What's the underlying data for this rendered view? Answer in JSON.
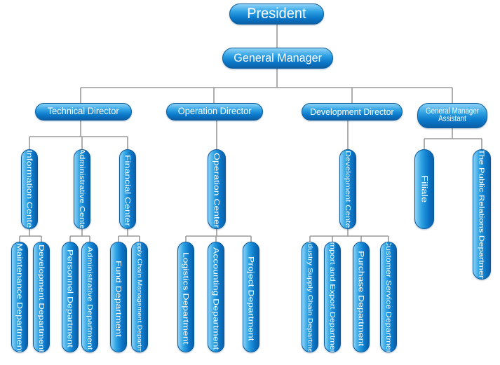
{
  "org_chart": {
    "president": "President",
    "general_manager": "General Manager",
    "directors": {
      "technical": "Technical Director",
      "operation": "Operation Director",
      "development": "Development Director",
      "gm_assistant": "General Manager Assistant"
    },
    "centers": {
      "information": "Information Center",
      "administrative": "Administrative Center",
      "financial": "Financial Center",
      "operation": "Operation Center",
      "development": "Development Center",
      "filiale": "Filiale",
      "public_relations": "The Public Relations Department"
    },
    "departments": {
      "maintenance": "Maintenance Department",
      "development": "Development Department",
      "personnel": "Personnel Department",
      "administrative": "Administrative Department",
      "fund": "Fund Department",
      "supply_chain_mgmt": "Supply Chain Management Department",
      "logistics": "Logistics Department",
      "accounting": "Accounting Department",
      "project": "Project Department",
      "industry_supply_chain": "Industry Supply Chain Department",
      "import_export": "Import and Export Department",
      "purchase": "Purchase Department",
      "customer_service": "Customer Service Department"
    }
  },
  "colors": {
    "node_top": "#8fd3f7",
    "node_mid": "#2ea2e3",
    "node_bottom": "#0a5fa8",
    "connector": "#9a9a9a",
    "text": "#ffffff"
  }
}
